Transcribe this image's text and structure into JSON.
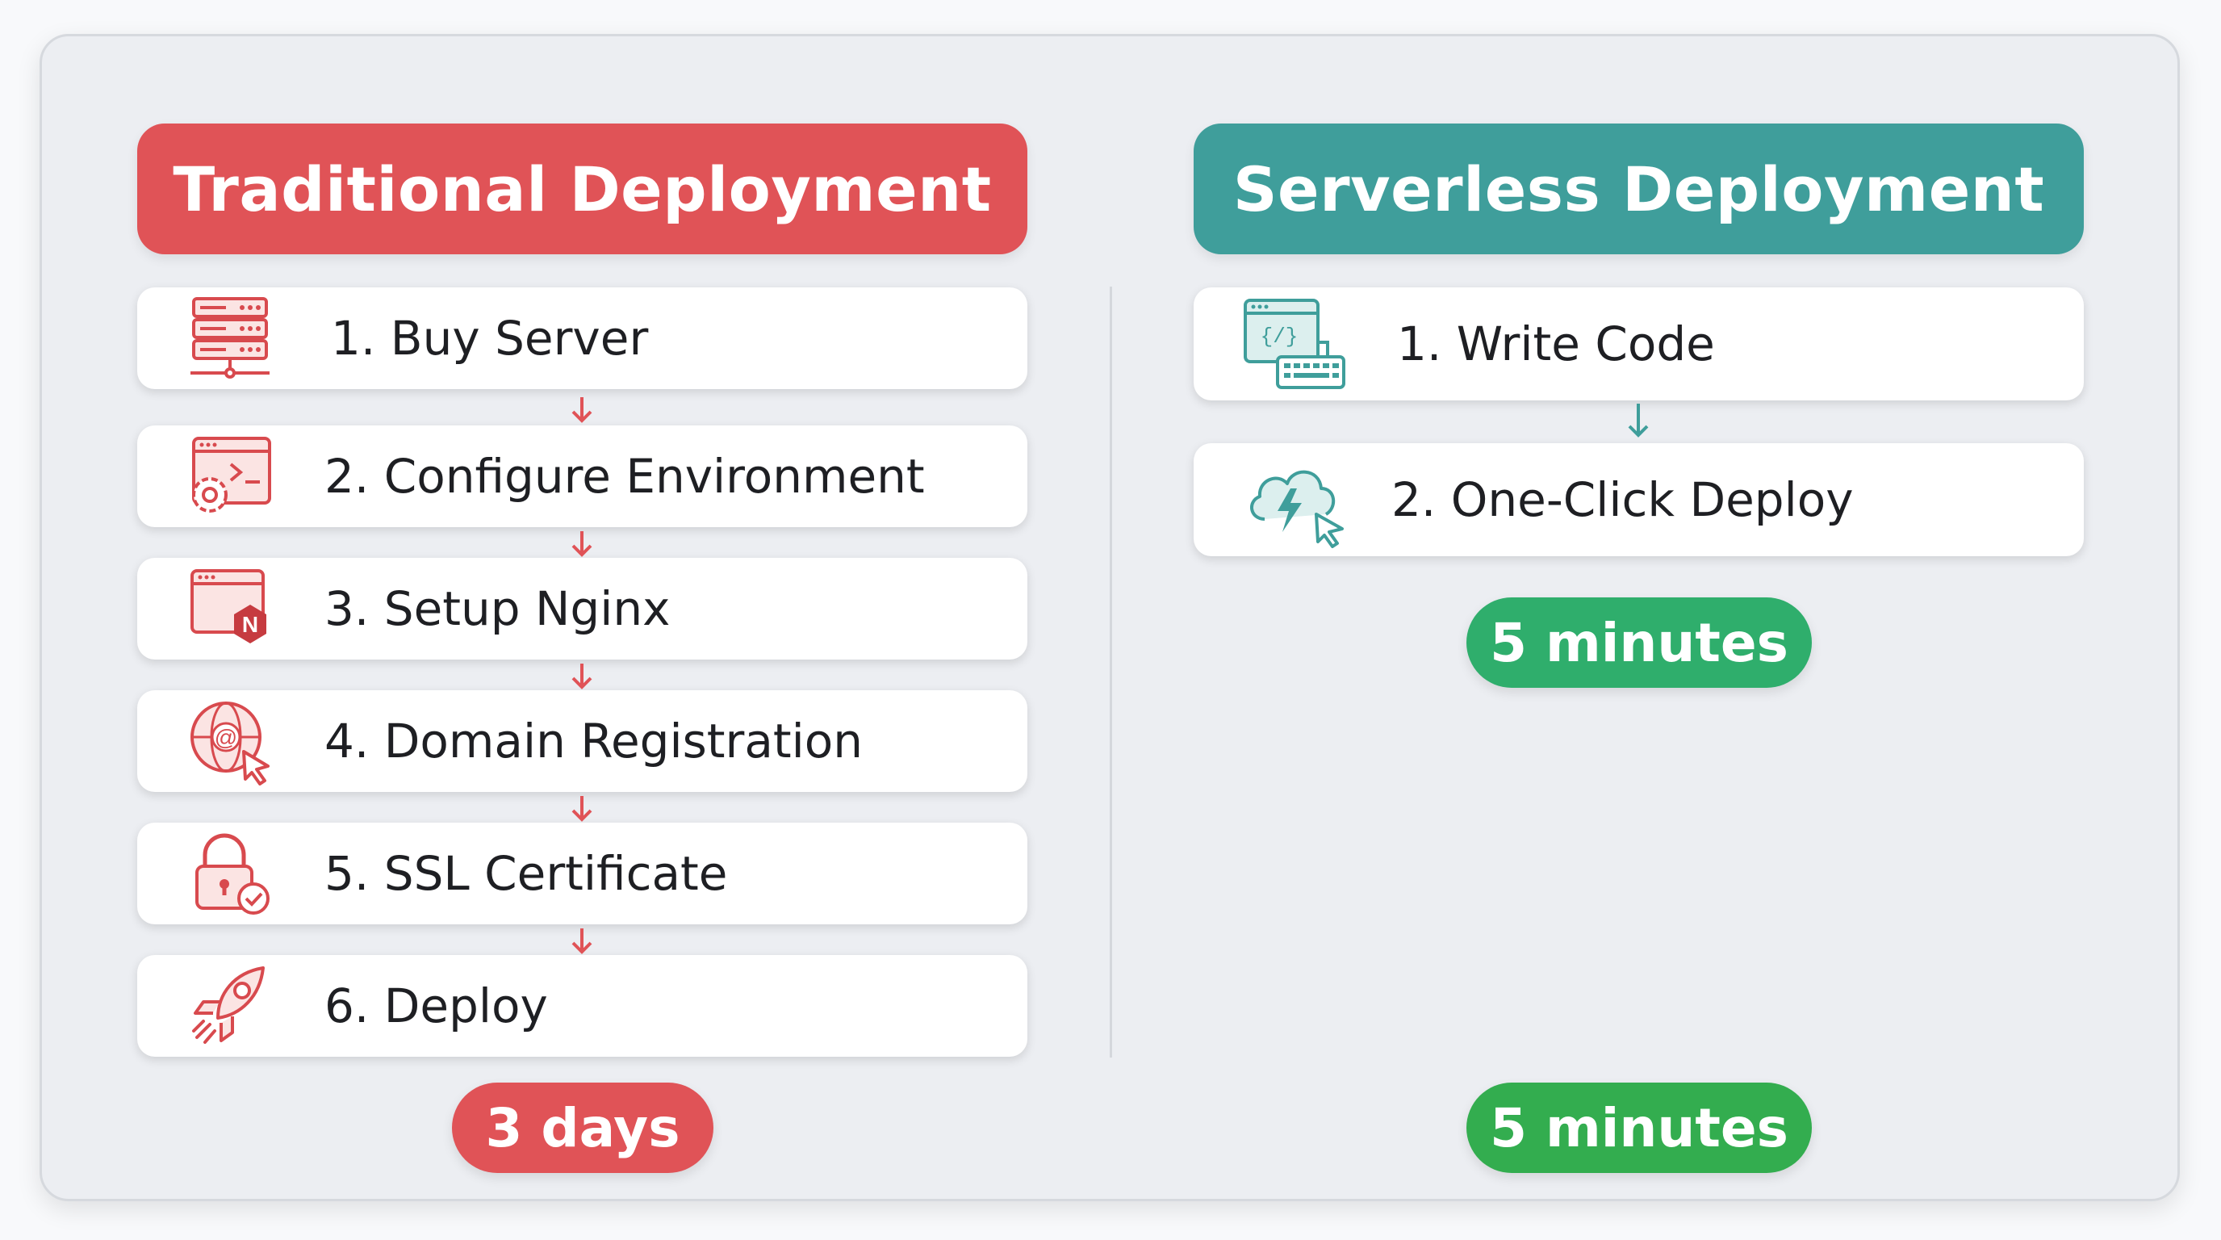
{
  "traditional": {
    "title": "Traditional Deployment",
    "steps": [
      {
        "label": "1. Buy Server",
        "icon": "server-rack-icon"
      },
      {
        "label": "2. Configure Environment",
        "icon": "terminal-gear-icon"
      },
      {
        "label": "3. Setup Nginx",
        "icon": "nginx-window-icon"
      },
      {
        "label": "4. Domain Registration",
        "icon": "globe-at-cursor-icon"
      },
      {
        "label": "5. SSL Certificate",
        "icon": "padlock-check-icon"
      },
      {
        "label": "6. Deploy",
        "icon": "rocket-icon"
      }
    ],
    "duration": "3 days",
    "accent": "#e05357"
  },
  "serverless": {
    "title": "Serverless Deployment",
    "steps": [
      {
        "label": "1. Write Code",
        "icon": "code-keyboard-icon"
      },
      {
        "label": "2. One-Click Deploy",
        "icon": "cloud-bolt-cursor-icon"
      }
    ],
    "duration_top": "5 minutes",
    "duration_bottom": "5 minutes",
    "accent": "#3f9e9b",
    "pill_color": "#2fae6c"
  }
}
